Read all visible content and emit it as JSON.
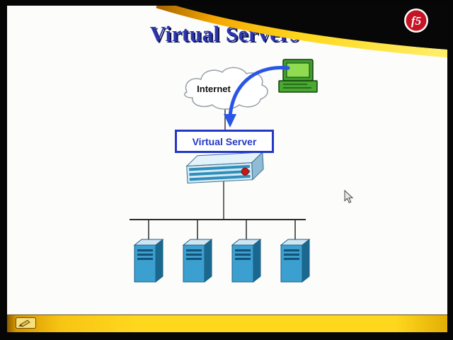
{
  "slide": {
    "title": "Virtual Servers"
  },
  "logo": {
    "text": "f5",
    "color": "#c41425"
  },
  "diagram": {
    "internet_label": "Internet",
    "virtual_server_label": "Virtual Server",
    "server_count": 4,
    "nodes": [
      "client-computer",
      "internet-cloud",
      "virtual-server",
      "load-balancer-appliance",
      "server-1",
      "server-2",
      "server-3",
      "server-4"
    ],
    "connections": [
      "client-computer -> virtual-server (blue arrow)",
      "internet-cloud -> virtual-server",
      "virtual-server -> load-balancer-appliance",
      "load-balancer-appliance -> server-1",
      "load-balancer-appliance -> server-2",
      "load-balancer-appliance -> server-3",
      "load-balancer-appliance -> server-4"
    ]
  },
  "colors": {
    "title_text": "#2b35b0",
    "virtual_server_border": "#2438c8",
    "arrow_blue": "#2a55e6",
    "server_blue": "#3b9fd0",
    "computer_green": "#49a832",
    "swoosh_gold": "#ffd81e",
    "bottom_bar_yellow": "#ffd81e",
    "logo_red": "#c41425"
  },
  "icons": {
    "cloud": "internet-cloud-icon",
    "computer": "client-computer-icon",
    "arrow": "traffic-arrow-icon",
    "appliance": "load-balancer-icon",
    "server": "server-tower-icon",
    "pencil": "annotation-pencil-icon",
    "cursor": "mouse-cursor"
  }
}
